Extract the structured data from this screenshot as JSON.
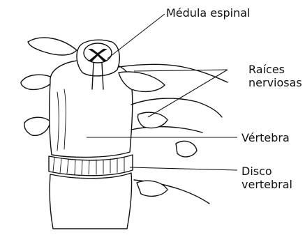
{
  "labels": {
    "medula": "Médula espinal",
    "raices_line1": "Raíces",
    "raices_line2": "nerviosas",
    "vertebra": "Vértebra",
    "disco_line1": "Disco",
    "disco_line2": "vertebral"
  }
}
